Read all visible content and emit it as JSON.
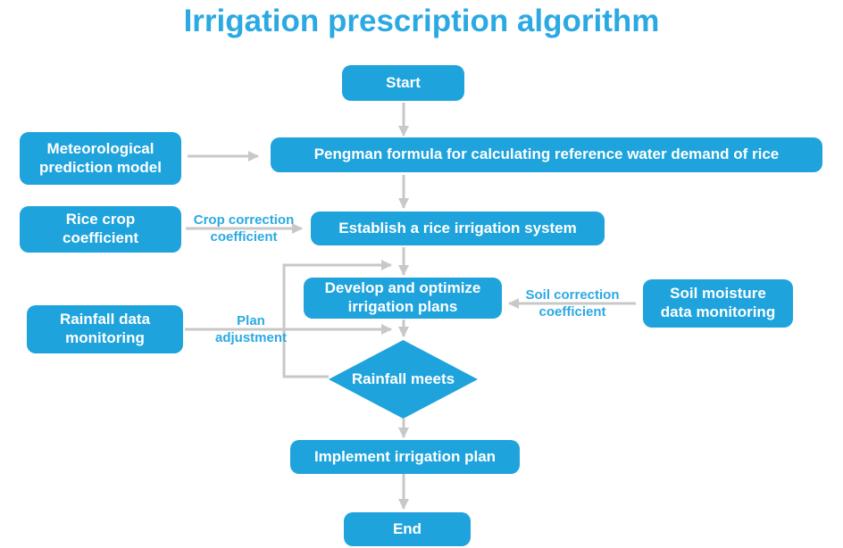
{
  "title": "Irrigation prescription algorithm",
  "colors": {
    "node_blue": "#1EA3DC",
    "accent_blue": "#2BA9E2",
    "arrow_gray": "#C8C8C8",
    "text_white": "#FFFFFF"
  },
  "nodes": {
    "start": {
      "label": "Start"
    },
    "met": {
      "label": "Meteorological\nprediction model"
    },
    "pengman": {
      "label": "Pengman formula for calculating reference water demand of rice"
    },
    "rice": {
      "label": "Rice crop\ncoefficient"
    },
    "establish": {
      "label": "Establish a rice irrigation system"
    },
    "develop": {
      "label": "Develop and optimize\nirrigation plans"
    },
    "soil": {
      "label": "Soil moisture\ndata monitoring"
    },
    "rainfall": {
      "label": "Rainfall data\nmonitoring"
    },
    "decision": {
      "label": "Rainfall meets"
    },
    "implement": {
      "label": "Implement irrigation plan"
    },
    "end": {
      "label": "End"
    }
  },
  "edge_labels": {
    "crop_correction": "Crop correction\ncoefficient",
    "soil_correction": "Soil correction\ncoefficient",
    "plan_adjustment": "Plan\nadjustment"
  }
}
